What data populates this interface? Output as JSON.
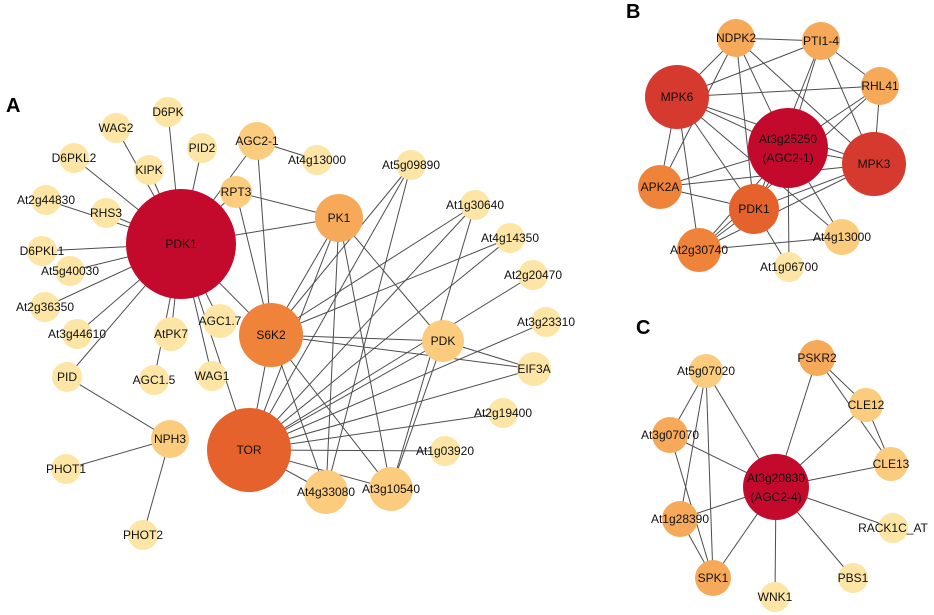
{
  "colors": {
    "tier1": "#c40a2c",
    "tier2": "#d63a2f",
    "tier3": "#e5622c",
    "tier4": "#f0833a",
    "tier5": "#f7a95a",
    "tier6": "#fbcb7e",
    "tier7": "#fde6a5",
    "edge": "#4d4d4d"
  },
  "panels": [
    {
      "id": "A",
      "label": "A",
      "nodes": [
        {
          "id": "PDK1",
          "label": "PDK1",
          "tier": 1
        },
        {
          "id": "TOR",
          "label": "TOR",
          "tier": 3
        },
        {
          "id": "S6K2",
          "label": "S6K2",
          "tier": 4
        },
        {
          "id": "PK1",
          "label": "PK1",
          "tier": 5
        },
        {
          "id": "PDK",
          "label": "PDK",
          "tier": 6
        },
        {
          "id": "At3g10540",
          "label": "At3g10540",
          "tier": 6
        },
        {
          "id": "At4g33080",
          "label": "At4g33080",
          "tier": 6
        },
        {
          "id": "NPH3",
          "label": "NPH3",
          "tier": 6
        },
        {
          "id": "AGC2-1",
          "label": "AGC2-1",
          "tier": 6
        },
        {
          "id": "RPT3",
          "label": "RPT3",
          "tier": 6
        },
        {
          "id": "AGC1.7",
          "label": "AGC1.7",
          "tier": 7
        },
        {
          "id": "At5g09890",
          "label": "At5g09890",
          "tier": 7
        },
        {
          "id": "At1g30640",
          "label": "At1g30640",
          "tier": 7
        },
        {
          "id": "At4g14350",
          "label": "At4g14350",
          "tier": 7
        },
        {
          "id": "At2g20470",
          "label": "At2g20470",
          "tier": 7
        },
        {
          "id": "At3g23310",
          "label": "At3g23310",
          "tier": 7
        },
        {
          "id": "EIF3A",
          "label": "EIF3A",
          "tier": 7
        },
        {
          "id": "At2g19400",
          "label": "At2g19400",
          "tier": 7
        },
        {
          "id": "At1g03920",
          "label": "At1g03920",
          "tier": 7
        },
        {
          "id": "At4g13000",
          "label": "At4g13000",
          "tier": 7
        },
        {
          "id": "WAG2",
          "label": "WAG2",
          "tier": 7
        },
        {
          "id": "D6PK",
          "label": "D6PK",
          "tier": 7
        },
        {
          "id": "PID2",
          "label": "PID2",
          "tier": 7
        },
        {
          "id": "KIPK",
          "label": "KIPK",
          "tier": 7
        },
        {
          "id": "D6PKL2",
          "label": "D6PKL2",
          "tier": 7
        },
        {
          "id": "At2g44830",
          "label": "At2g44830",
          "tier": 7
        },
        {
          "id": "RHS3",
          "label": "RHS3",
          "tier": 7
        },
        {
          "id": "D6PKL1",
          "label": "D6PKL1",
          "tier": 7
        },
        {
          "id": "At5g40030",
          "label": "At5g40030",
          "tier": 7
        },
        {
          "id": "At2g36350",
          "label": "At2g36350",
          "tier": 7
        },
        {
          "id": "At3g44610",
          "label": "At3g44610",
          "tier": 7
        },
        {
          "id": "AtPK7",
          "label": "AtPK7",
          "tier": 7
        },
        {
          "id": "AGC1.5",
          "label": "AGC1.5",
          "tier": 7
        },
        {
          "id": "WAG1",
          "label": "WAG1",
          "tier": 7
        },
        {
          "id": "PID",
          "label": "PID",
          "tier": 7
        },
        {
          "id": "PHOT1",
          "label": "PHOT1",
          "tier": 7
        },
        {
          "id": "PHOT2",
          "label": "PHOT2",
          "tier": 7
        }
      ],
      "edges": [
        [
          "PDK1",
          "WAG2"
        ],
        [
          "PDK1",
          "D6PK"
        ],
        [
          "PDK1",
          "PID2"
        ],
        [
          "PDK1",
          "KIPK"
        ],
        [
          "PDK1",
          "D6PKL2"
        ],
        [
          "PDK1",
          "At2g44830"
        ],
        [
          "PDK1",
          "RHS3"
        ],
        [
          "PDK1",
          "D6PKL1"
        ],
        [
          "PDK1",
          "At5g40030"
        ],
        [
          "PDK1",
          "At2g36350"
        ],
        [
          "PDK1",
          "At3g44610"
        ],
        [
          "PDK1",
          "AtPK7"
        ],
        [
          "PDK1",
          "AGC1.7"
        ],
        [
          "PDK1",
          "WAG1"
        ],
        [
          "PDK1",
          "PID"
        ],
        [
          "PDK1",
          "AGC2-1"
        ],
        [
          "PDK1",
          "RPT3"
        ],
        [
          "PDK1",
          "PK1"
        ],
        [
          "PDK1",
          "S6K2"
        ],
        [
          "PDK1",
          "TOR"
        ],
        [
          "PDK1",
          "AGC1.5"
        ],
        [
          "AGC2-1",
          "At4g13000"
        ],
        [
          "RPT3",
          "PK1"
        ],
        [
          "RPT3",
          "S6K2"
        ],
        [
          "AGC2-1",
          "S6K2"
        ],
        [
          "PID",
          "NPH3"
        ],
        [
          "NPH3",
          "PHOT1"
        ],
        [
          "NPH3",
          "PHOT2"
        ],
        [
          "S6K2",
          "TOR"
        ],
        [
          "S6K2",
          "PK1"
        ],
        [
          "S6K2",
          "PDK"
        ],
        [
          "S6K2",
          "EIF3A"
        ],
        [
          "S6K2",
          "At3g10540"
        ],
        [
          "S6K2",
          "At4g33080"
        ],
        [
          "S6K2",
          "At5g09890"
        ],
        [
          "S6K2",
          "At1g30640"
        ],
        [
          "TOR",
          "PK1"
        ],
        [
          "TOR",
          "PDK"
        ],
        [
          "TOR",
          "At3g10540"
        ],
        [
          "TOR",
          "At4g33080"
        ],
        [
          "TOR",
          "At5g09890"
        ],
        [
          "TOR",
          "At1g30640"
        ],
        [
          "TOR",
          "At4g14350"
        ],
        [
          "TOR",
          "At2g20470"
        ],
        [
          "TOR",
          "At3g23310"
        ],
        [
          "TOR",
          "EIF3A"
        ],
        [
          "TOR",
          "At2g19400"
        ],
        [
          "TOR",
          "At1g03920"
        ],
        [
          "PK1",
          "PDK"
        ],
        [
          "PK1",
          "At3g10540"
        ],
        [
          "PK1",
          "At4g33080"
        ],
        [
          "PDK",
          "EIF3A"
        ],
        [
          "PDK",
          "At3g10540"
        ],
        [
          "At5g09890",
          "At4g33080"
        ],
        [
          "At1g30640",
          "At3g10540"
        ],
        [
          "At4g14350",
          "S6K2"
        ]
      ]
    },
    {
      "id": "B",
      "label": "B",
      "nodes": [
        {
          "id": "At3g25250",
          "label": "At3g25250",
          "sublabel": "(AGC2-1)",
          "tier": 1
        },
        {
          "id": "MPK6",
          "label": "MPK6",
          "tier": 2
        },
        {
          "id": "MPK3",
          "label": "MPK3",
          "tier": 2
        },
        {
          "id": "PDK1",
          "label": "PDK1",
          "tier": 3
        },
        {
          "id": "APK2A",
          "label": "APK2A",
          "tier": 4
        },
        {
          "id": "At2g30740",
          "label": "At2g30740",
          "tier": 4
        },
        {
          "id": "NDPK2",
          "label": "NDPK2",
          "tier": 5
        },
        {
          "id": "PTI1-4",
          "label": "PTI1-4",
          "tier": 5
        },
        {
          "id": "RHL41",
          "label": "RHL41",
          "tier": 5
        },
        {
          "id": "At4g13000",
          "label": "At4g13000",
          "tier": 6
        },
        {
          "id": "At1g06700",
          "label": "At1g06700",
          "tier": 7
        }
      ],
      "edges": [
        [
          "At3g25250",
          "MPK6"
        ],
        [
          "At3g25250",
          "MPK3"
        ],
        [
          "At3g25250",
          "PDK1"
        ],
        [
          "At3g25250",
          "APK2A"
        ],
        [
          "At3g25250",
          "At2g30740"
        ],
        [
          "At3g25250",
          "NDPK2"
        ],
        [
          "At3g25250",
          "PTI1-4"
        ],
        [
          "At3g25250",
          "RHL41"
        ],
        [
          "At3g25250",
          "At4g13000"
        ],
        [
          "At3g25250",
          "At1g06700"
        ],
        [
          "MPK6",
          "NDPK2"
        ],
        [
          "MPK6",
          "PTI1-4"
        ],
        [
          "MPK6",
          "RHL41"
        ],
        [
          "MPK6",
          "MPK3"
        ],
        [
          "MPK6",
          "PDK1"
        ],
        [
          "MPK6",
          "APK2A"
        ],
        [
          "MPK6",
          "At2g30740"
        ],
        [
          "MPK6",
          "At4g13000"
        ],
        [
          "MPK3",
          "NDPK2"
        ],
        [
          "MPK3",
          "PTI1-4"
        ],
        [
          "MPK3",
          "RHL41"
        ],
        [
          "MPK3",
          "PDK1"
        ],
        [
          "MPK3",
          "APK2A"
        ],
        [
          "MPK3",
          "At2g30740"
        ],
        [
          "PDK1",
          "APK2A"
        ],
        [
          "PDK1",
          "At2g30740"
        ],
        [
          "PDK1",
          "NDPK2"
        ],
        [
          "PDK1",
          "PTI1-4"
        ],
        [
          "PDK1",
          "At1g06700"
        ],
        [
          "NDPK2",
          "PTI1-4"
        ],
        [
          "PTI1-4",
          "RHL41"
        ],
        [
          "At2g30740",
          "At4g13000"
        ],
        [
          "APK2A",
          "NDPK2"
        ],
        [
          "At2g30740",
          "RHL41"
        ]
      ]
    },
    {
      "id": "C",
      "label": "C",
      "nodes": [
        {
          "id": "At3g20830",
          "label": "At3g20830",
          "sublabel": "(AGC2-4)",
          "tier": 1
        },
        {
          "id": "At5g07020",
          "label": "At5g07020",
          "tier": 6
        },
        {
          "id": "PSKR2",
          "label": "PSKR2",
          "tier": 5
        },
        {
          "id": "CLE12",
          "label": "CLE12",
          "tier": 6
        },
        {
          "id": "At3g07070",
          "label": "At3g07070",
          "tier": 5
        },
        {
          "id": "CLE13",
          "label": "CLE13",
          "tier": 6
        },
        {
          "id": "At1g28390",
          "label": "At1g28390",
          "tier": 5
        },
        {
          "id": "RACK1C_AT",
          "label": "RACK1C_AT",
          "tier": 7
        },
        {
          "id": "SPK1",
          "label": "SPK1",
          "tier": 5
        },
        {
          "id": "PBS1",
          "label": "PBS1",
          "tier": 7
        },
        {
          "id": "WNK1",
          "label": "WNK1",
          "tier": 7
        }
      ],
      "edges": [
        [
          "At3g20830",
          "At5g07020"
        ],
        [
          "At3g20830",
          "PSKR2"
        ],
        [
          "At3g20830",
          "CLE12"
        ],
        [
          "At3g20830",
          "At3g07070"
        ],
        [
          "At3g20830",
          "CLE13"
        ],
        [
          "At3g20830",
          "At1g28390"
        ],
        [
          "At3g20830",
          "RACK1C_AT"
        ],
        [
          "At3g20830",
          "SPK1"
        ],
        [
          "At3g20830",
          "PBS1"
        ],
        [
          "At3g20830",
          "WNK1"
        ],
        [
          "At5g07020",
          "At3g07070"
        ],
        [
          "At5g07020",
          "At1g28390"
        ],
        [
          "At5g07020",
          "SPK1"
        ],
        [
          "At3g07070",
          "SPK1"
        ],
        [
          "At1g28390",
          "SPK1"
        ],
        [
          "PSKR2",
          "CLE12"
        ],
        [
          "PSKR2",
          "CLE13"
        ],
        [
          "CLE12",
          "CLE13"
        ]
      ]
    }
  ]
}
